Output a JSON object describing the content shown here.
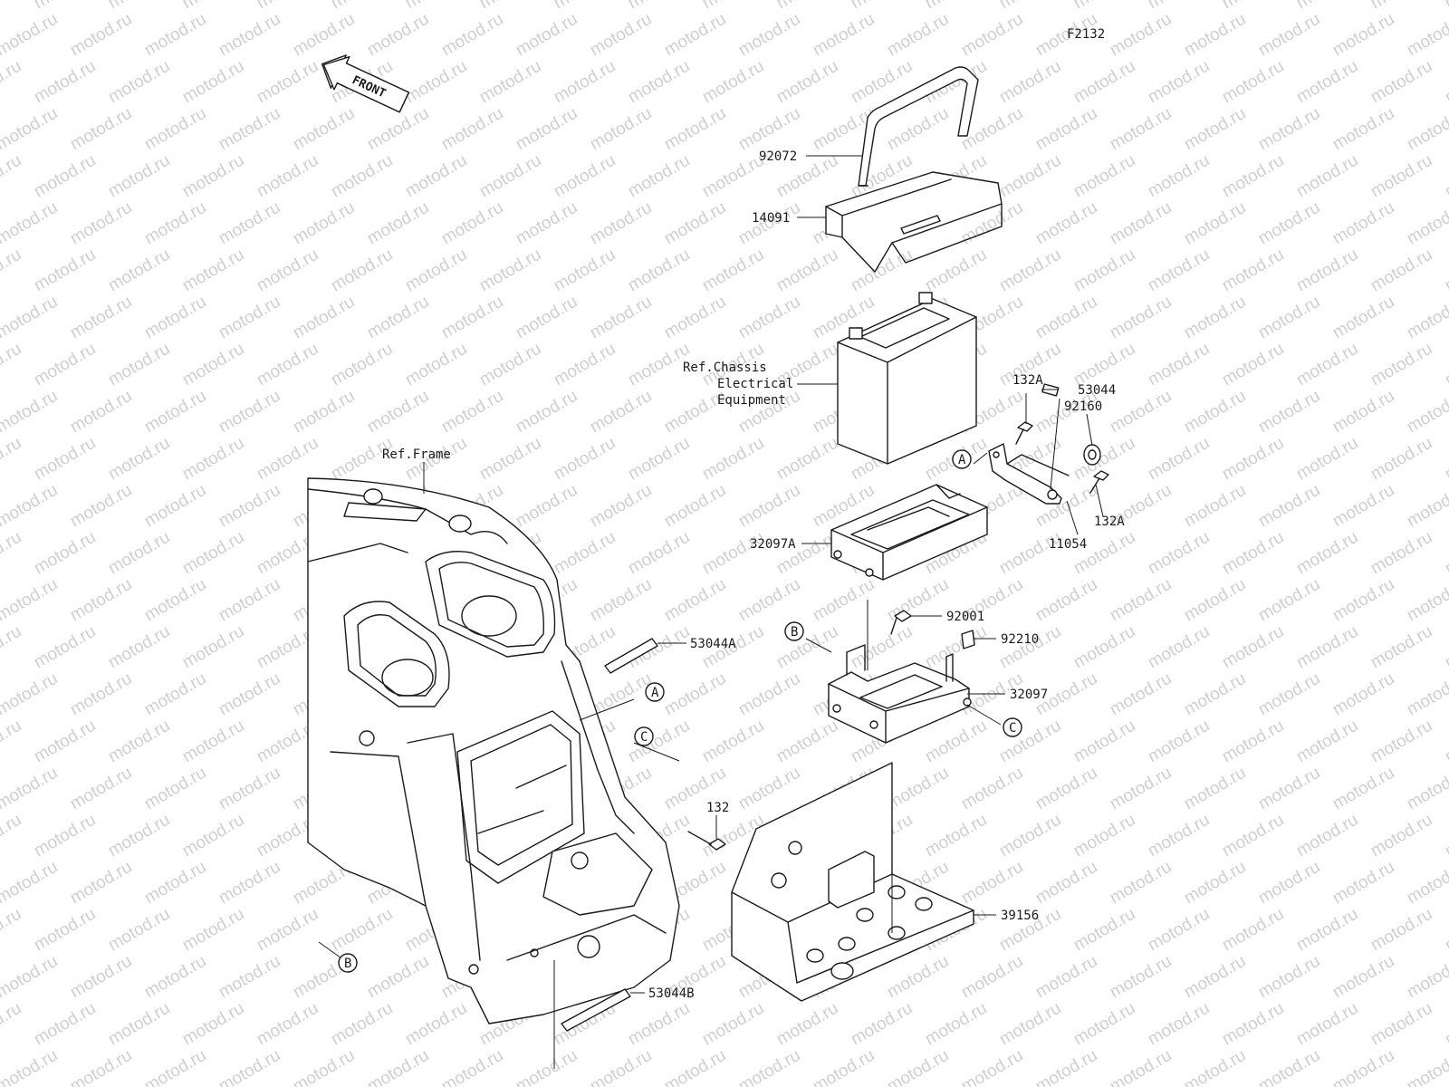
{
  "diagram_code": "F2132",
  "front_arrow_label": "FRONT",
  "watermark": "motod.ru",
  "references": {
    "chassis_line1": "Ref.Chassis",
    "chassis_line2": "Electrical",
    "chassis_line3": "Equipment",
    "frame": "Ref.Frame"
  },
  "parts": {
    "p92072": "92072",
    "p14091": "14091",
    "p132A_top": "132A",
    "p53044": "53044",
    "p92160": "92160",
    "p132A_bottom": "132A",
    "p11054": "11054",
    "p32097A": "32097A",
    "p92001": "92001",
    "p92210": "92210",
    "p32097": "32097",
    "p53044A": "53044A",
    "p132": "132",
    "p39156": "39156",
    "p53044B": "53044B"
  },
  "callouts": {
    "A_bracket": "A",
    "A_frame": "A",
    "B_tray": "B",
    "B_frame": "B",
    "C_tray": "C",
    "C_frame": "C"
  }
}
